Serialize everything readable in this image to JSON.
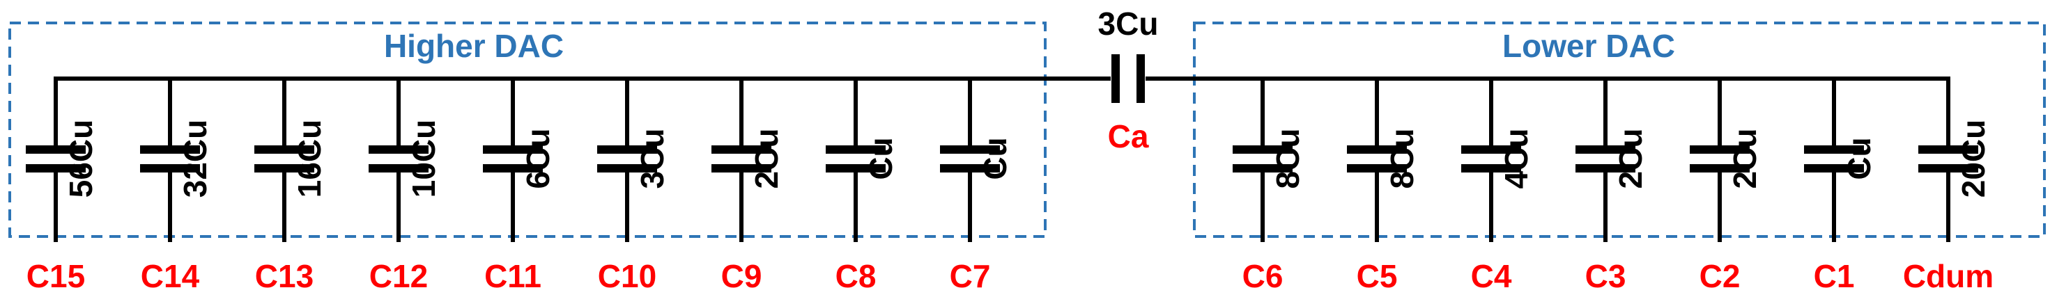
{
  "colors": {
    "wire": "#000000",
    "dac_border": "#2e75b6",
    "dac_label": "#2e75b6",
    "cap_name": "#ff0000",
    "cap_value": "#000000"
  },
  "higher_dac": {
    "title": "Higher DAC",
    "capacitors": [
      {
        "name": "C15",
        "value": "56Cu"
      },
      {
        "name": "C14",
        "value": "32Cu"
      },
      {
        "name": "C13",
        "value": "16Cu"
      },
      {
        "name": "C12",
        "value": "10Cu"
      },
      {
        "name": "C11",
        "value": "6Cu"
      },
      {
        "name": "C10",
        "value": "3Cu"
      },
      {
        "name": "C9",
        "value": "2Cu"
      },
      {
        "name": "C8",
        "value": "Cu"
      },
      {
        "name": "C7",
        "value": "Cu"
      }
    ]
  },
  "bridge": {
    "value": "3Cu",
    "name": "Ca"
  },
  "lower_dac": {
    "title": "Lower DAC",
    "capacitors": [
      {
        "name": "C6",
        "value": "8Cu"
      },
      {
        "name": "C5",
        "value": "8Cu"
      },
      {
        "name": "C4",
        "value": "4Cu"
      },
      {
        "name": "C3",
        "value": "2Cu"
      },
      {
        "name": "C2",
        "value": "2Cu"
      },
      {
        "name": "C1",
        "value": "Cu"
      },
      {
        "name": "Cdum",
        "value": "20Cu"
      }
    ]
  }
}
